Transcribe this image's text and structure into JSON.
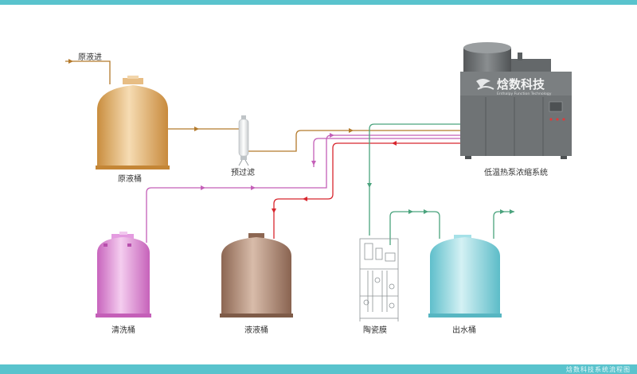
{
  "labels": {
    "raw_inlet": "原液进",
    "raw_tank": "原液桶",
    "prefilter": "预过滤",
    "heatpump_system": "低温热泵浓缩系统",
    "wash_tank": "清洗桶",
    "concentrate_tank": "液液桶",
    "ceramic_membrane": "陶瓷膜",
    "outlet_tank": "出水桶"
  },
  "brand": {
    "name_cn": "焓数科技",
    "name_en": "Enthalpy Function Technology"
  },
  "footer": "焓数科技系统流程图",
  "colors": {
    "band": "#59c3cd",
    "raw_line": "#b47a2c",
    "wash_line": "#c45fb8",
    "concentrate_line": "#d8262e",
    "water_line": "#4aa37d",
    "raw_tank": "#d9a35c",
    "wash_tank": "#d77fcd",
    "concentrate_tank": "#a67c62",
    "outlet_tank": "#7dd0da",
    "machine": "#6f7375"
  }
}
